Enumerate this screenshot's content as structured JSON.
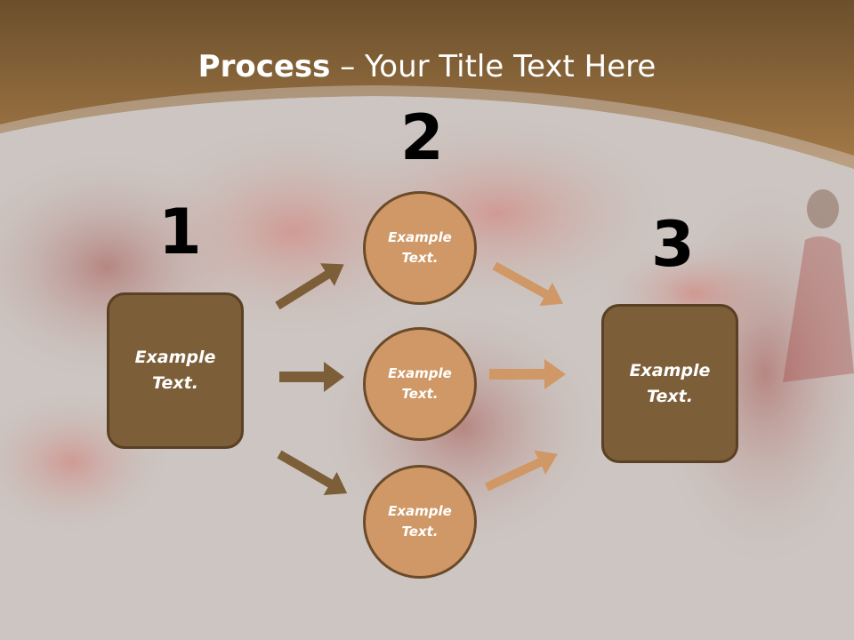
{
  "title": {
    "bold": "Process",
    "dash": " – ",
    "rest": "Your Title Text Here"
  },
  "steps": [
    {
      "number": "1",
      "text": "Example\nText."
    },
    {
      "number": "2"
    },
    {
      "number": "3",
      "text": "Example\nText."
    }
  ],
  "circles": [
    {
      "text": "Example\nText."
    },
    {
      "text": "Example\nText."
    },
    {
      "text": "Example\nText."
    }
  ],
  "colors": {
    "header": "#8c6a3e",
    "box_fill": "#7c5e38",
    "circle_fill": "#cf9866",
    "left_arrow": "#7c5e38",
    "right_arrow": "#cf9866"
  }
}
